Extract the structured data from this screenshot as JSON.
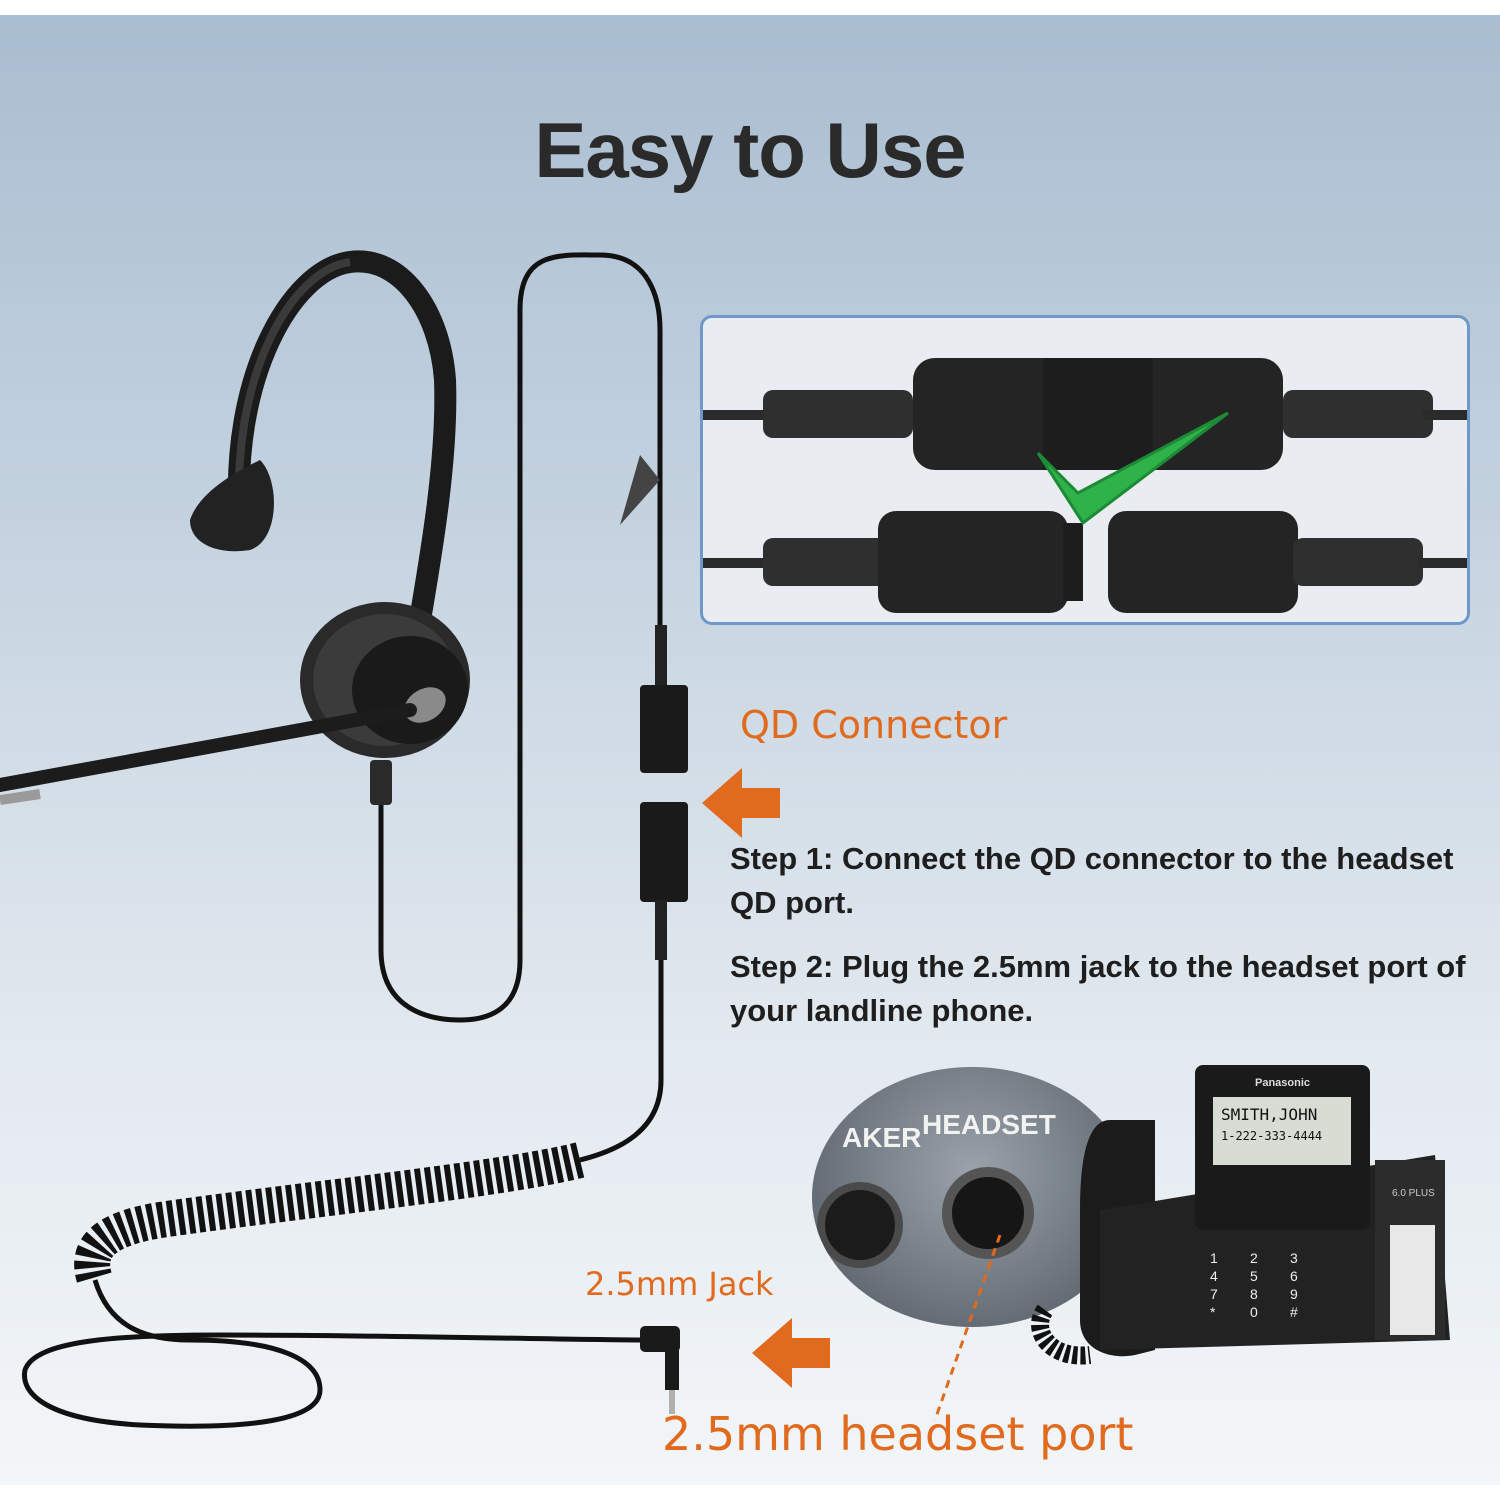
{
  "title": "Easy to Use",
  "labels": {
    "qd_connector": "QD Connector",
    "jack": "2.5mm Jack",
    "headset_port": "2.5mm headset port"
  },
  "steps": [
    "Step 1: Connect the QD connector to the headset QD port.",
    "Step 2: Plug the 2.5mm jack to the headset port of your landline phone."
  ],
  "phone": {
    "brand": "Panasonic",
    "display_name": "SMITH,JOHN",
    "display_number": "1-222-333-4444",
    "model_badge": "6.0 PLUS",
    "port_label_speaker": "AKER",
    "port_label_headset": "HEADSET",
    "keypad": [
      "1",
      "2",
      "3",
      "4",
      "5",
      "6",
      "7",
      "8",
      "9",
      "*",
      "0",
      "#"
    ]
  },
  "colors": {
    "accent_orange": "#e06a1d",
    "check_green": "#2fb24a",
    "inset_border": "#6f98c8",
    "title_text": "#2a2a2a"
  },
  "icons": [
    "left-arrow-icon",
    "check-mark-icon"
  ]
}
